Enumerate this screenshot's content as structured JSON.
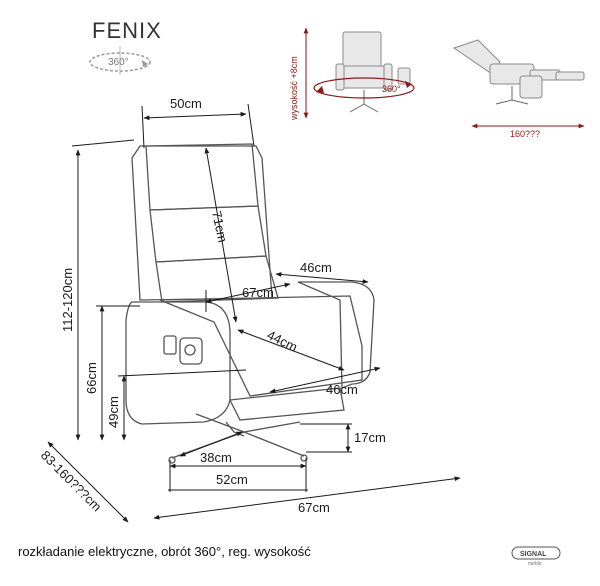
{
  "title": "FENIX",
  "rotation_label": "360°",
  "red_annotations": {
    "height_adjust": "wysokość +8cm",
    "rotation": "360°",
    "recline_length": "160???"
  },
  "dimensions": {
    "backrest_width": "50cm",
    "backrest_height": "71cm",
    "total_height": "112-120cm",
    "arm_height": "66cm",
    "seat_height": "49cm",
    "armrest_length": "46cm",
    "seat_width_inner": "67cm",
    "seat_depth": "44cm",
    "seat_depth_side": "46cm",
    "base_clearance": "17cm",
    "base_radius": "38cm",
    "base_width": "52cm",
    "total_depth": "67cm",
    "recline_depth": "83-160???cm"
  },
  "caption": "rozkładanie elektryczne, obrót 360°, reg. wysokość",
  "brand": "SIGNAL",
  "brand_sub": "meble",
  "colors": {
    "line": "#1a1a1a",
    "chair_outline": "#555555",
    "red": "#8b1a1a"
  }
}
